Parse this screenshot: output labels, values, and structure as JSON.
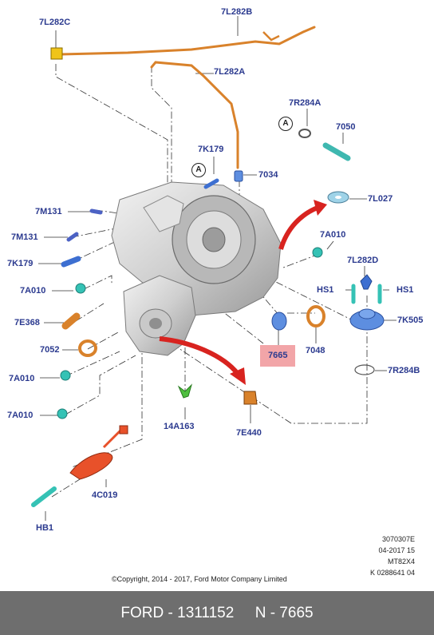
{
  "labels": {
    "l_7L282C": "7L282C",
    "l_7L282B": "7L282B",
    "l_7L282A": "7L282A",
    "l_7R284A": "7R284A",
    "l_7050": "7050",
    "l_7K179a": "7K179",
    "l_7034": "7034",
    "l_7L027": "7L027",
    "l_7M131a": "7M131",
    "l_7M131b": "7M131",
    "l_7K179b": "7K179",
    "l_7A010a": "7A010",
    "l_7L282D": "7L282D",
    "l_HS1a": "HS1",
    "l_HS1b": "HS1",
    "l_7A010b": "7A010",
    "l_7K505": "7K505",
    "l_7E368": "7E368",
    "l_7665": "7665",
    "l_7048": "7048",
    "l_7052": "7052",
    "l_7R284B": "7R284B",
    "l_7A010c": "7A010",
    "l_7A010d": "7A010",
    "l_14A163": "14A163",
    "l_7E440": "7E440",
    "l_4C019": "4C019",
    "l_HB1": "HB1"
  },
  "callouts": {
    "a1": "A",
    "a2": "A"
  },
  "reference": {
    "line1": "3070307E",
    "line2": "04-2017 15",
    "line3": "MT82X4",
    "line4": "K 0288641 04"
  },
  "copyright": "©Copyright, 2014 - 2017, Ford Motor Company Limited",
  "footer": {
    "part": "FORD - 1311152",
    "number": "N - 7665"
  },
  "highlighted_part": "7665",
  "colors": {
    "label": "#2b3a8f",
    "highlight": "#f2a5a8",
    "arrow": "#d8231f",
    "footer_bg": "#6e6e6e"
  }
}
